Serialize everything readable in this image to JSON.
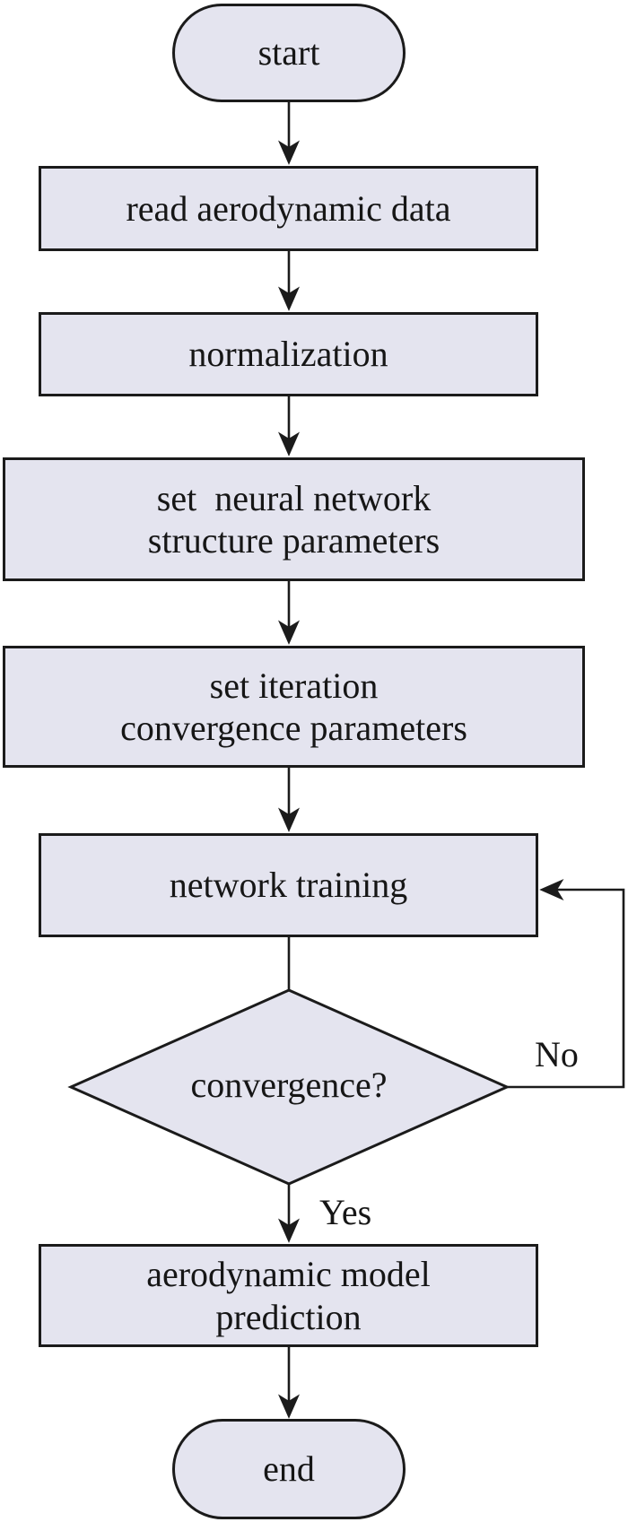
{
  "diagram": {
    "type": "flowchart",
    "colors": {
      "node_fill": "#e4e4ef",
      "node_border": "#1b1b1b",
      "connector": "#1b1b1b",
      "background": "#ffffff",
      "text": "#161616"
    },
    "nodes": {
      "start": {
        "shape": "stadium",
        "label": "start"
      },
      "read_data": {
        "shape": "rect",
        "label": "read aerodynamic data"
      },
      "normalization": {
        "shape": "rect",
        "label": "normalization"
      },
      "set_network": {
        "shape": "rect",
        "lines": [
          "set  neural network",
          "structure parameters"
        ]
      },
      "set_iteration": {
        "shape": "rect",
        "lines": [
          "set iteration",
          "convergence parameters"
        ]
      },
      "network_training": {
        "shape": "rect",
        "label": "network training"
      },
      "convergence": {
        "shape": "diamond",
        "label": "convergence?"
      },
      "prediction": {
        "shape": "rect",
        "lines": [
          "aerodynamic model",
          "prediction"
        ]
      },
      "end": {
        "shape": "stadium",
        "label": "end"
      }
    },
    "edge_labels": {
      "no": "No",
      "yes": "Yes"
    }
  }
}
